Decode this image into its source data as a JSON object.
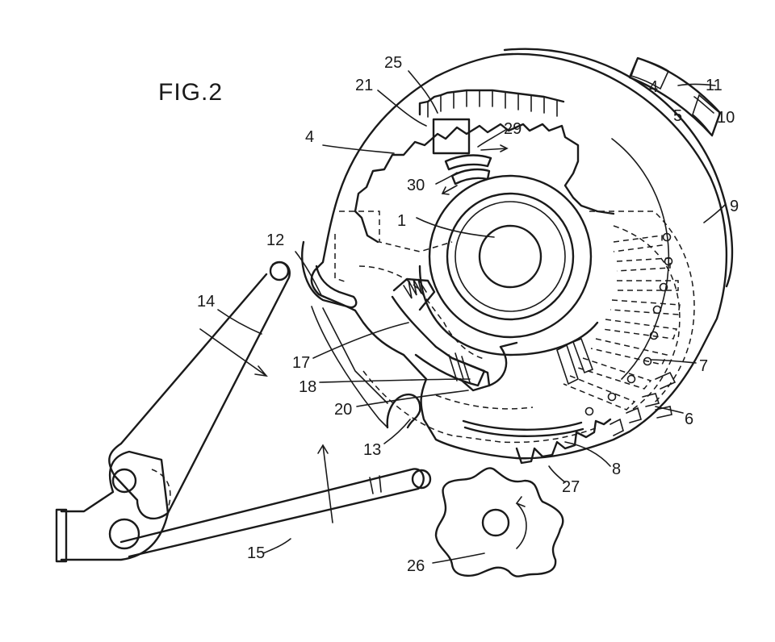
{
  "figure": {
    "title": "FIG.2"
  },
  "labels": {
    "l1": "1",
    "l4": "4",
    "l5": "5",
    "l6": "6",
    "l7": "7",
    "l8": "8",
    "l9": "9",
    "l10": "10",
    "l11": "11",
    "l12": "12",
    "l13": "13",
    "l14": "14",
    "l15": "15",
    "l17": "17",
    "l18": "18",
    "l20": "20",
    "l21": "21",
    "l25": "25",
    "l26": "26",
    "l27": "27",
    "l29": "29",
    "l30": "30",
    "scale4": "4"
  },
  "colors": {
    "ink": "#1a1a1a",
    "paper": "#ffffff"
  }
}
